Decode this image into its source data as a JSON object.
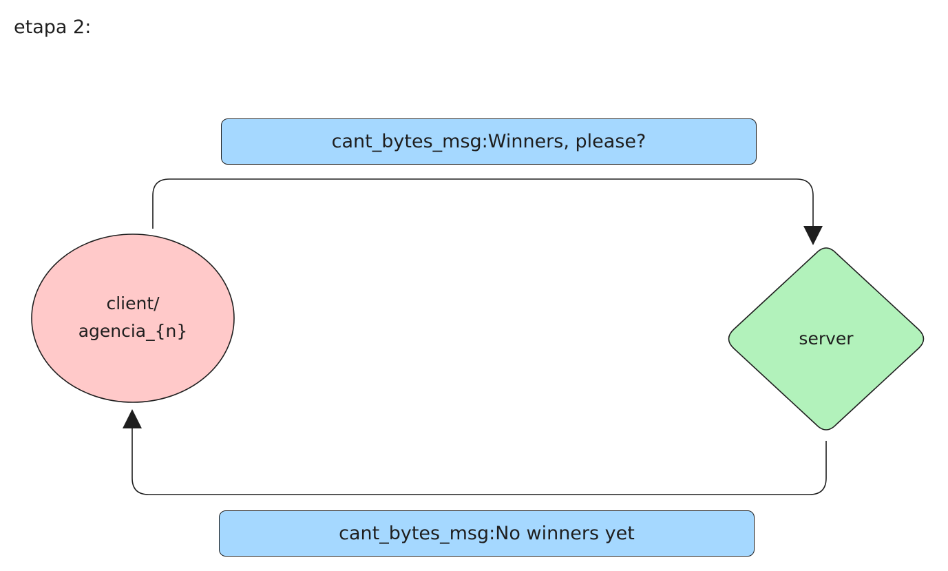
{
  "stage": {
    "title": "etapa 2:"
  },
  "messages": {
    "request": "cant_bytes_msg:Winners, please?",
    "response": "cant_bytes_msg:No winners yet"
  },
  "nodes": {
    "client": {
      "label_line1": "client/",
      "label_line2": "agencia_{n}"
    },
    "server": {
      "label": "server"
    }
  },
  "colors": {
    "client_fill": "#ffc9c9",
    "server_fill": "#b2f2bb",
    "message_fill": "#a5d8ff",
    "stroke": "#1e1e1e"
  }
}
